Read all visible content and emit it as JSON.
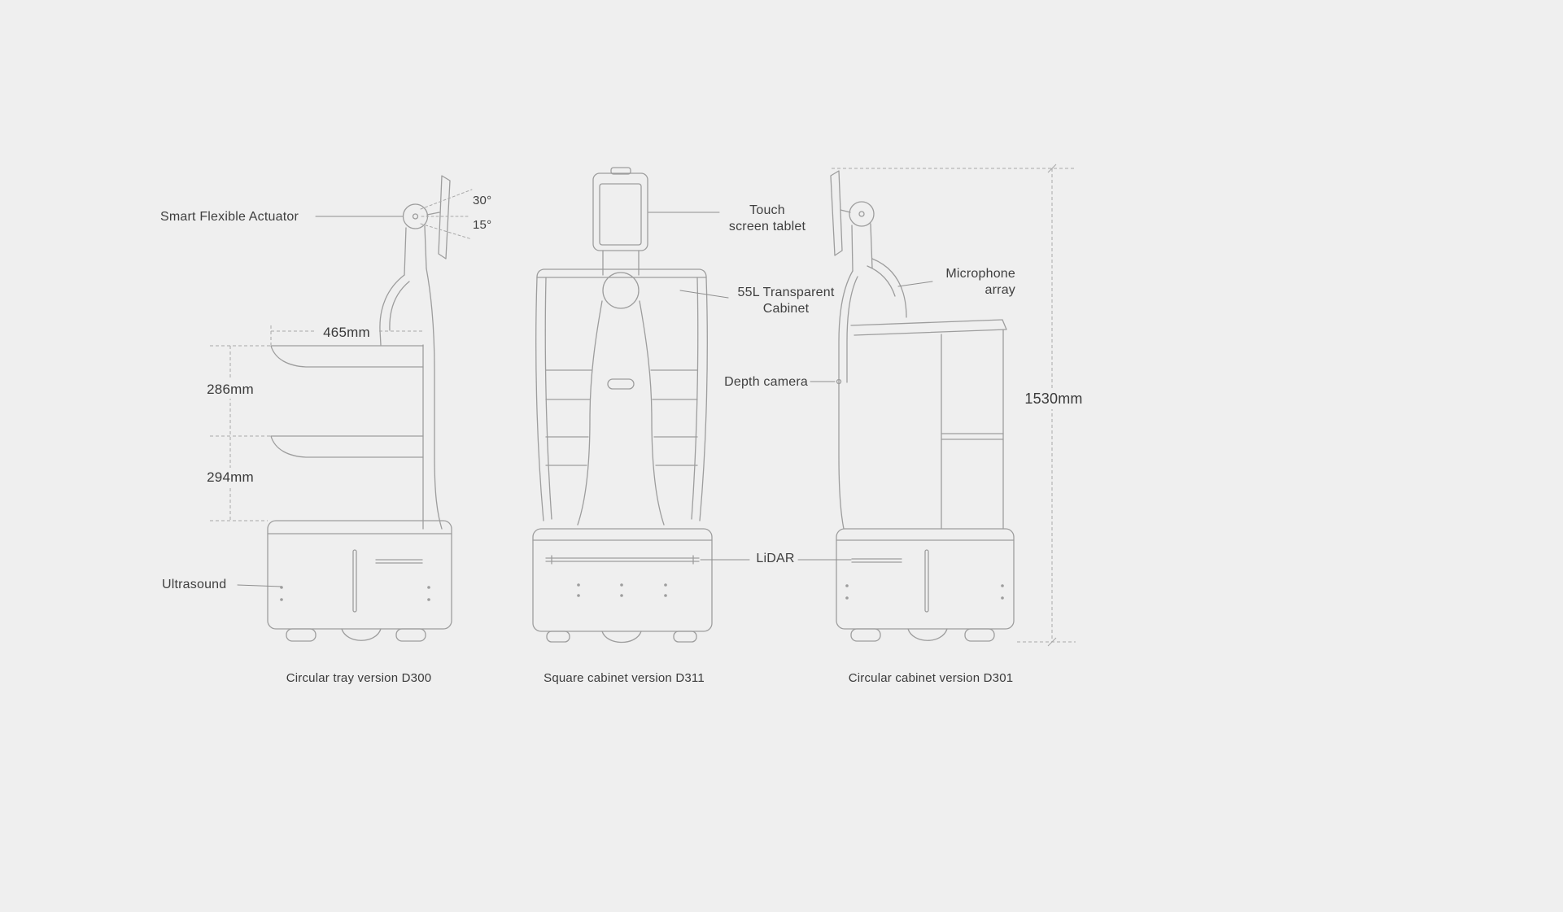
{
  "page": {
    "background": "#efefef",
    "line_color": "#9d9d9d",
    "text_color": "#3f3f3f"
  },
  "annotations": {
    "smart_flexible_actuator": "Smart Flexible Actuator",
    "angle_up": "30°",
    "angle_down": "15°",
    "tray_width": "465mm",
    "tray_gap_upper": "286mm",
    "tray_gap_lower": "294mm",
    "ultrasound": "Ultrasound",
    "touch_screen_tablet": "Touch\nscreen tablet",
    "transparent_cabinet": "55L Transparent\nCabinet",
    "depth_camera": "Depth camera",
    "microphone_array": "Microphone\narray",
    "lidar": "LiDAR",
    "total_height": "1530mm"
  },
  "captions": {
    "d300": "Circular tray version D300",
    "d311": "Square cabinet version D311",
    "d301": "Circular cabinet version D301"
  }
}
